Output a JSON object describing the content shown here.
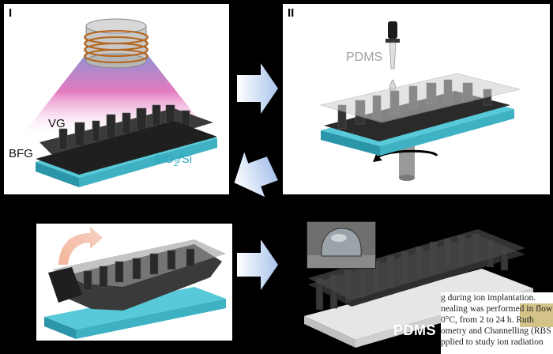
{
  "panels": {
    "panel1": {
      "label": "I",
      "vg_label": "VG",
      "bfg_label": "BFG",
      "substrate_label_main": "SiO",
      "substrate_label_sub": "2",
      "substrate_label_end": "/Si"
    },
    "panel2": {
      "label": "II",
      "pdms_label": "PDMS"
    },
    "panel4": {
      "pdms_label": "PDMS"
    }
  },
  "text_fragment": {
    "lines": [
      "g during ion implantation.",
      "nealing was performed in flow",
      "0°C, from 2 to 24 h. Ruth",
      "ometry and Channelling (RBS",
      "pplied to study ion radiation"
    ]
  },
  "colors": {
    "substrate_top": "#4fc6d6",
    "substrate_side": "#2a8fa3",
    "plasma_top": "#8a9dd8",
    "plasma_mid": "#e05fb0",
    "arrow": "#bcd0ee",
    "coil": "#b5651d"
  }
}
